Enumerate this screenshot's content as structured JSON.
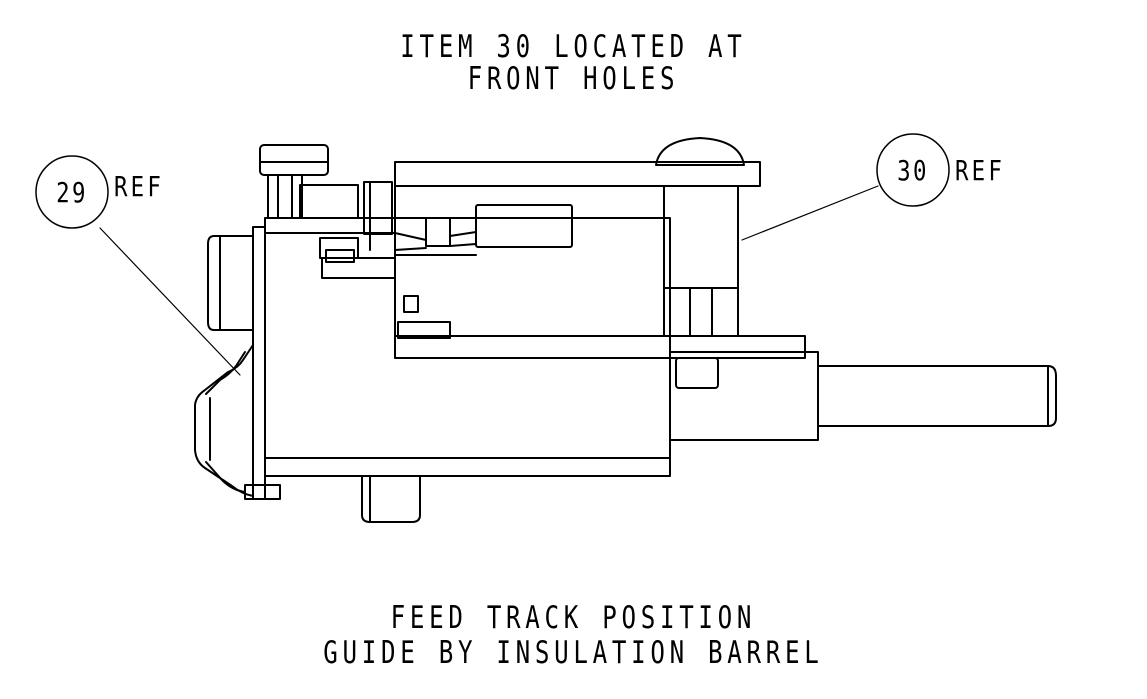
{
  "notes": {
    "top_line1": "ITEM 30 LOCATED AT",
    "top_line2": "FRONT HOLES",
    "bottom_line1": "FEED TRACK POSITION",
    "bottom_line2": "GUIDE BY INSULATION BARREL"
  },
  "balloons": [
    {
      "item": "29",
      "suffix": "REF"
    },
    {
      "item": "30",
      "suffix": "REF"
    }
  ],
  "colors": {
    "line": "#000000",
    "background": "#ffffff"
  }
}
